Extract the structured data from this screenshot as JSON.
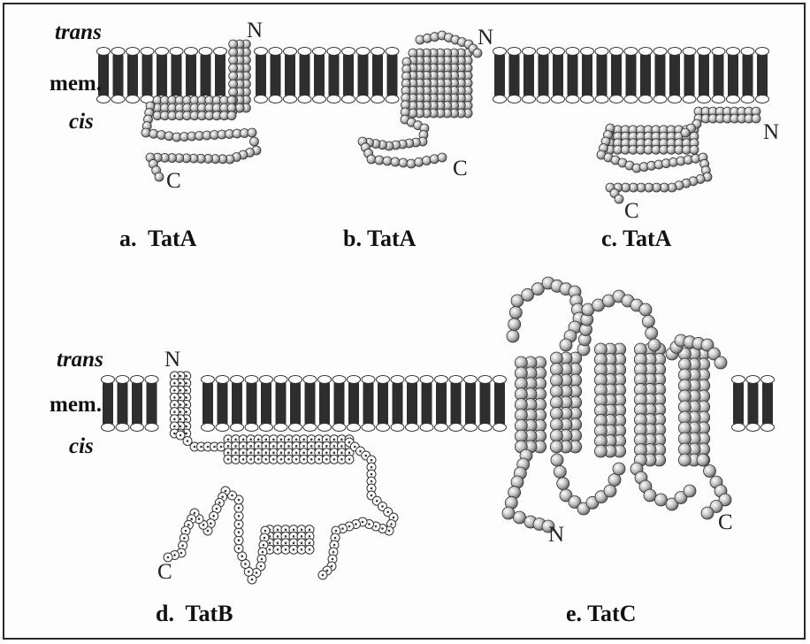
{
  "figure": {
    "top_side_label": "trans",
    "membrane_label": "mem.",
    "bottom_side_label": "cis"
  },
  "panels": [
    {
      "caption": "a.  TatA",
      "n_terminus": "N",
      "c_terminus": "C"
    },
    {
      "caption": "b. TatA",
      "n_terminus": "N",
      "c_terminus": "C"
    },
    {
      "caption": "c. TatA",
      "n_terminus": "N",
      "c_terminus": "C"
    },
    {
      "caption": "d.  TatB",
      "n_terminus": "N",
      "c_terminus": "C"
    },
    {
      "caption": "e. TatC",
      "n_terminus": "N",
      "c_terminus": "C"
    }
  ],
  "colors": {
    "lipid_tail": "#2e2e2e",
    "lipid_head": "#ffffff",
    "residue": "#c8c8c8",
    "outline": "#333333"
  }
}
